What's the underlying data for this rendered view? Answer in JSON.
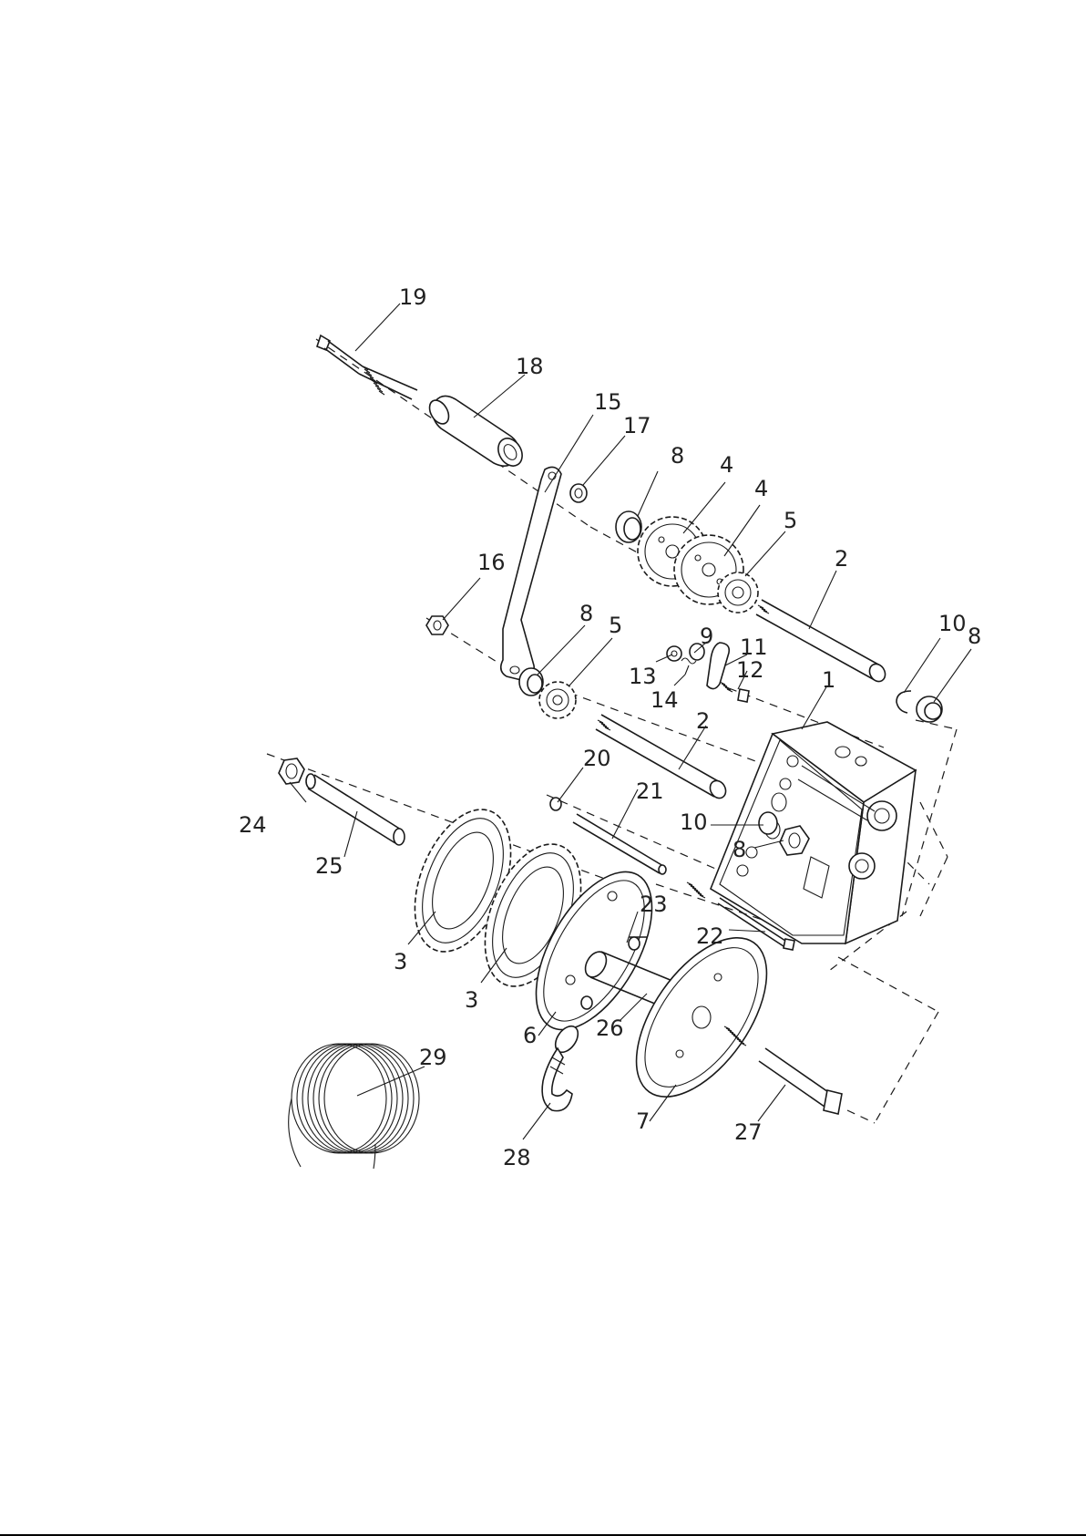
{
  "parts": [
    {
      "id": "p19",
      "label": "19"
    },
    {
      "id": "p18",
      "label": "18"
    },
    {
      "id": "p15",
      "label": "15"
    },
    {
      "id": "p17",
      "label": "17"
    },
    {
      "id": "p8a",
      "label": "8"
    },
    {
      "id": "p4a",
      "label": "4"
    },
    {
      "id": "p4b",
      "label": "4"
    },
    {
      "id": "p5a",
      "label": "5"
    },
    {
      "id": "p2a",
      "label": "2"
    },
    {
      "id": "p16",
      "label": "16"
    },
    {
      "id": "p8b",
      "label": "8"
    },
    {
      "id": "p5b",
      "label": "5"
    },
    {
      "id": "p9",
      "label": "9"
    },
    {
      "id": "p11",
      "label": "11"
    },
    {
      "id": "p13",
      "label": "13"
    },
    {
      "id": "p12",
      "label": "12"
    },
    {
      "id": "p14",
      "label": "14"
    },
    {
      "id": "p10a",
      "label": "10"
    },
    {
      "id": "p8c",
      "label": "8"
    },
    {
      "id": "p1",
      "label": "1"
    },
    {
      "id": "p2b",
      "label": "2"
    },
    {
      "id": "p20",
      "label": "20"
    },
    {
      "id": "p24",
      "label": "24"
    },
    {
      "id": "p21",
      "label": "21"
    },
    {
      "id": "p10b",
      "label": "10"
    },
    {
      "id": "p8d",
      "label": "8"
    },
    {
      "id": "p25",
      "label": "25"
    },
    {
      "id": "p23",
      "label": "23"
    },
    {
      "id": "p22",
      "label": "22"
    },
    {
      "id": "p3a",
      "label": "3"
    },
    {
      "id": "p3b",
      "label": "3"
    },
    {
      "id": "p6",
      "label": "6"
    },
    {
      "id": "p26",
      "label": "26"
    },
    {
      "id": "p29",
      "label": "29"
    },
    {
      "id": "p7",
      "label": "7"
    },
    {
      "id": "p27",
      "label": "27"
    },
    {
      "id": "p28",
      "label": "28"
    }
  ]
}
